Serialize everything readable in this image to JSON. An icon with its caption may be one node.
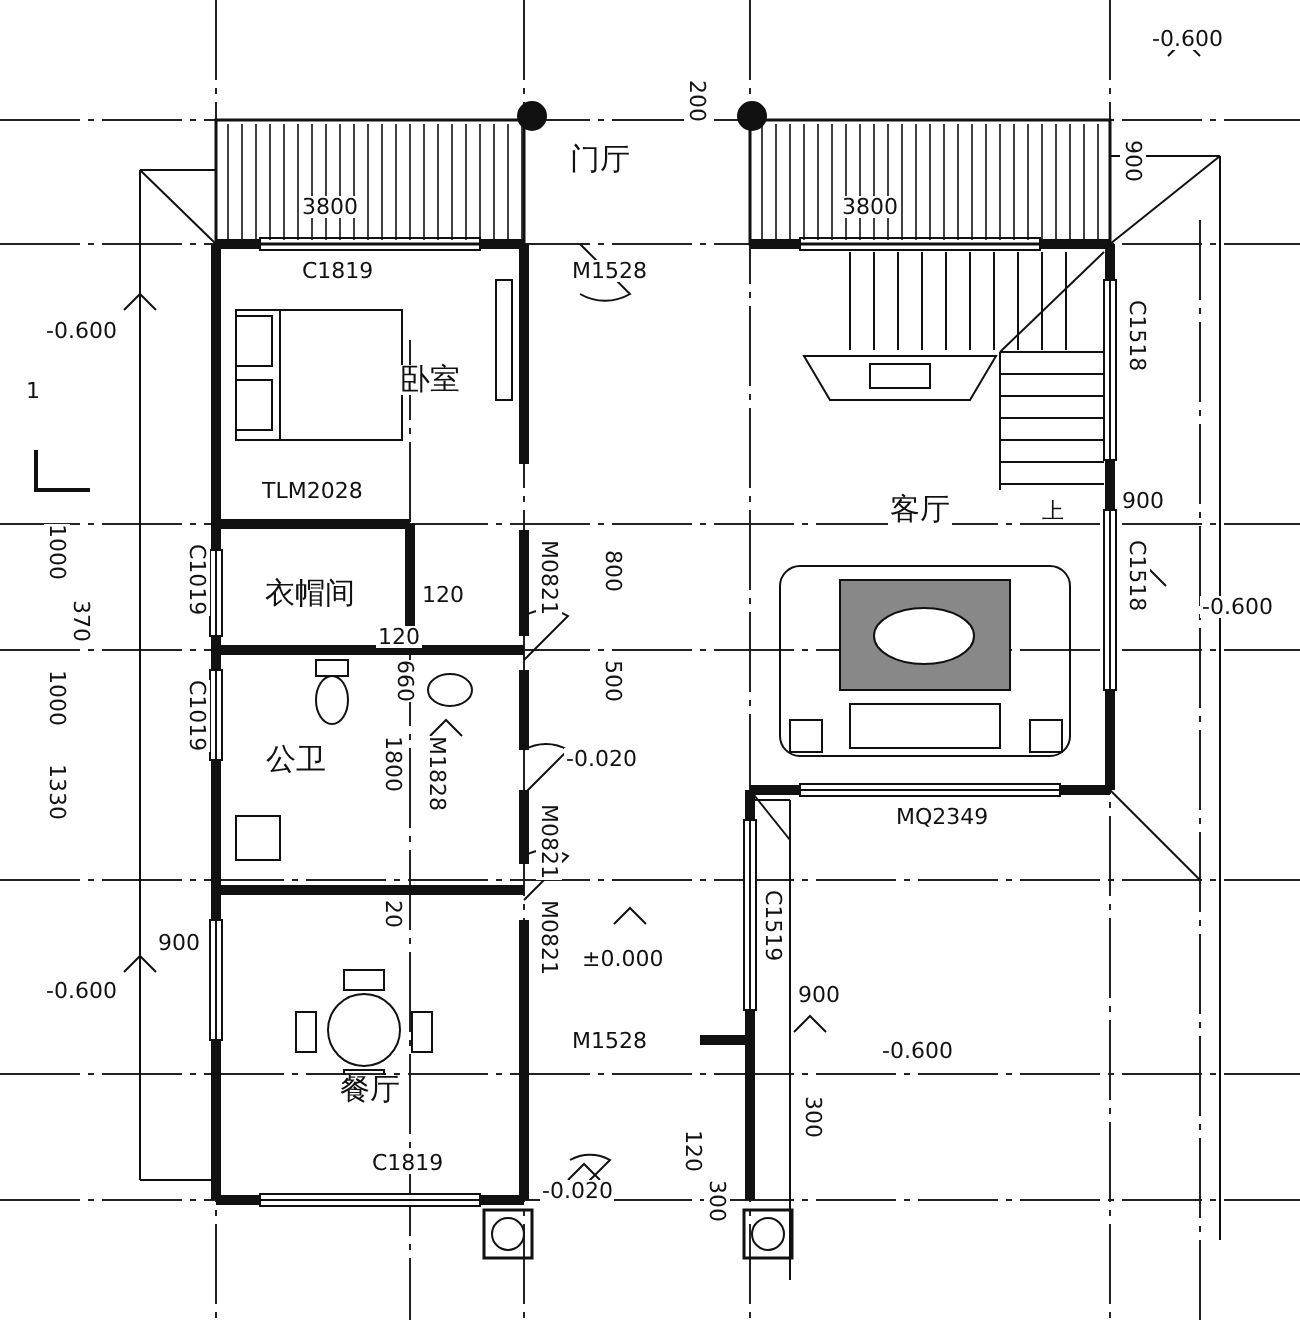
{
  "diagram": {
    "nodes": [
      {
        "text": [
          "门厅"
        ]
      },
      {
        "text": [
          "卧室"
        ]
      },
      {
        "text": [
          "衣帽间"
        ]
      },
      {
        "text": [
          "客厅"
        ]
      },
      {
        "text": [
          "公卫"
        ]
      },
      {
        "text": [
          "餐厅"
        ]
      }
    ],
    "labels": [
      "3800",
      "3800",
      "200",
      "900",
      "-0.600",
      "C1819",
      "M1528",
      "-0.600",
      "1",
      "C1518",
      "上",
      "TLM2028",
      "900",
      "C1518",
      "-0.600",
      "1000",
      "C1019",
      "120",
      "M0821",
      "800",
      "120",
      "370",
      "500",
      "1000",
      "C1019",
      "660",
      "1800",
      "M1828",
      "-0.020",
      "M0821",
      "1330",
      "MQ2349",
      "M0821",
      "20",
      "±0.000",
      "900",
      "C1519",
      "900",
      "-0.600",
      "-0.600",
      "M1528",
      "300",
      "C1819",
      "120",
      "-0.020",
      "300"
    ]
  }
}
